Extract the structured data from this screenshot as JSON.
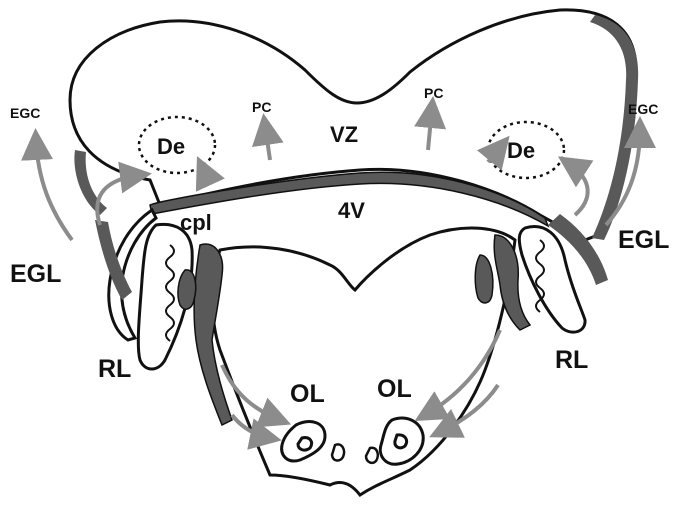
{
  "labels": {
    "egc_left": "EGC",
    "egc_right": "EGC",
    "pc_left": "PC",
    "pc_right": "PC",
    "vz": "VZ",
    "de_left": "De",
    "de_right": "De",
    "fourth_ventricle": "4V",
    "cpl": "cpl",
    "egl_left": "EGL",
    "egl_right": "EGL",
    "rl_left": "RL",
    "rl_right": "RL",
    "ol_left": "OL",
    "ol_right": "OL"
  },
  "colors": {
    "outline": "#111111",
    "dark_fill": "#595959",
    "arrow": "#8c8c8c",
    "background": "#ffffff"
  }
}
